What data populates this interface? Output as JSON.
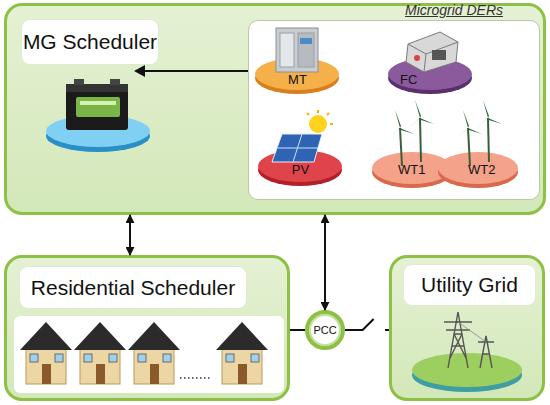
{
  "diagram": {
    "nodes": [
      {
        "text": [
          "MG Scheduler"
        ]
      },
      {
        "text": [
          "Microgrid DERs"
        ],
        "in": 0
      },
      {
        "text": [
          "MT"
        ],
        "in": 1
      },
      {
        "text": [
          "FC"
        ],
        "in": 1
      },
      {
        "text": [
          "PV"
        ],
        "in": 1
      },
      {
        "text": [
          "WT1"
        ],
        "in": 1
      },
      {
        "text": [
          "WT2"
        ],
        "in": 1
      },
      {
        "text": [
          "Residential Scheduler"
        ]
      },
      {
        "text": [
          "PCC"
        ]
      },
      {
        "text": [
          "Utility Grid"
        ]
      }
    ],
    "edges": [
      {
        "from": 0,
        "to": 7,
        "arrow": "both"
      },
      {
        "from": 0,
        "to": 8,
        "arrow": "both"
      },
      {
        "from": 7,
        "to": 8,
        "arrow": "none"
      },
      {
        "from": 8,
        "to": 9,
        "arrow": "none"
      }
    ]
  }
}
